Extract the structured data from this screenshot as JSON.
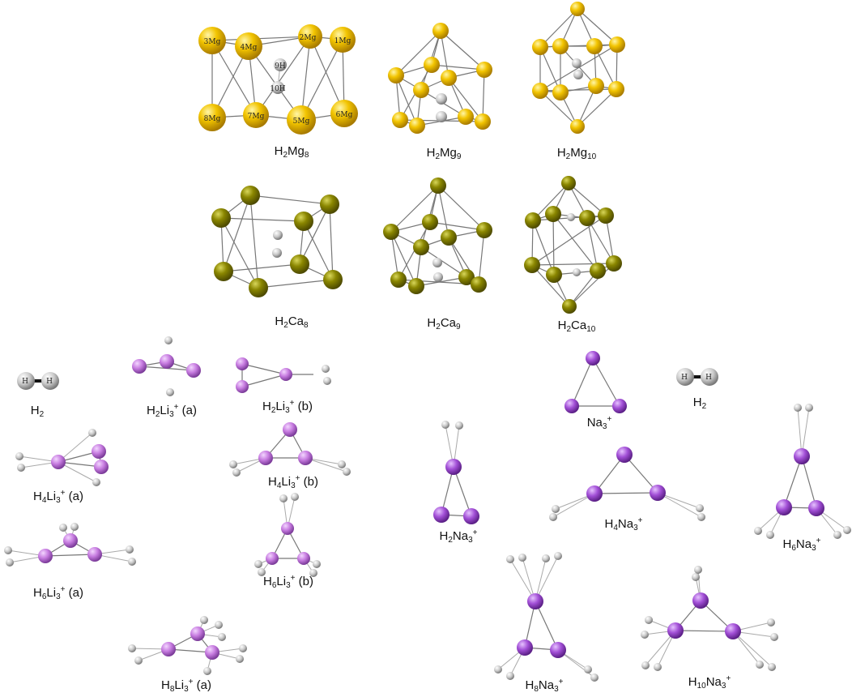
{
  "labels": {
    "h2mg8": {
      "base": "H",
      "s1": "2",
      "mid": "Mg",
      "s2": "8",
      "sup": "",
      "tail": ""
    },
    "h2mg9": {
      "base": "H",
      "s1": "2",
      "mid": "Mg",
      "s2": "9",
      "sup": "",
      "tail": ""
    },
    "h2mg10": {
      "base": "H",
      "s1": "2",
      "mid": "Mg",
      "s2": "10",
      "sup": "",
      "tail": ""
    },
    "h2ca8": {
      "base": "H",
      "s1": "2",
      "mid": "Ca",
      "s2": "8",
      "sup": "",
      "tail": ""
    },
    "h2ca9": {
      "base": "H",
      "s1": "2",
      "mid": "Ca",
      "s2": "9",
      "sup": "",
      "tail": ""
    },
    "h2ca10": {
      "base": "H",
      "s1": "2",
      "mid": "Ca",
      "s2": "10",
      "sup": "",
      "tail": ""
    },
    "h2_left": {
      "base": "H",
      "s1": "2",
      "mid": "",
      "s2": "",
      "sup": "",
      "tail": ""
    },
    "h2li3a": {
      "base": "H",
      "s1": "2",
      "mid": "Li",
      "s2": "3",
      "sup": "+",
      "tail": " (a)"
    },
    "h2li3b": {
      "base": "H",
      "s1": "2",
      "mid": "Li",
      "s2": "3",
      "sup": "+",
      "tail": " (b)"
    },
    "h4li3a": {
      "base": "H",
      "s1": "4",
      "mid": "Li",
      "s2": "3",
      "sup": "+",
      "tail": " (a)"
    },
    "h4li3b": {
      "base": "H",
      "s1": "4",
      "mid": "Li",
      "s2": "3",
      "sup": "+",
      "tail": " (b)"
    },
    "h6li3a": {
      "base": "H",
      "s1": "6",
      "mid": "Li",
      "s2": "3",
      "sup": "+",
      "tail": " (a)"
    },
    "h6li3b": {
      "base": "H",
      "s1": "6",
      "mid": "Li",
      "s2": "3",
      "sup": "+",
      "tail": " (b)"
    },
    "h8li3a": {
      "base": "H",
      "s1": "8",
      "mid": "Li",
      "s2": "3",
      "sup": "+",
      "tail": " (a)"
    },
    "na3": {
      "base": "Na",
      "s1": "3",
      "mid": "",
      "s2": "",
      "sup": "+",
      "tail": ""
    },
    "h2_right": {
      "base": "H",
      "s1": "2",
      "mid": "",
      "s2": "",
      "sup": "",
      "tail": ""
    },
    "h2na3": {
      "base": "H",
      "s1": "2",
      "mid": "Na",
      "s2": "3",
      "sup": "+",
      "tail": ""
    },
    "h4na3": {
      "base": "H",
      "s1": "4",
      "mid": "Na",
      "s2": "3",
      "sup": "+",
      "tail": ""
    },
    "h6na3": {
      "base": "H",
      "s1": "6",
      "mid": "Na",
      "s2": "3",
      "sup": "+",
      "tail": ""
    },
    "h8na3": {
      "base": "H",
      "s1": "8",
      "mid": "Na",
      "s2": "3",
      "sup": "+",
      "tail": ""
    },
    "h10na3": {
      "base": "H",
      "s1": "10",
      "mid": "Na",
      "s2": "3",
      "sup": "+",
      "tail": ""
    }
  },
  "atom_labels": {
    "mg8": [
      "3Mg",
      "4Mg",
      "2Mg",
      "1Mg",
      "9H",
      "10H",
      "8Mg",
      "7Mg",
      "5Mg",
      "6Mg"
    ],
    "h2": [
      "H",
      "H"
    ]
  },
  "colors": {
    "mg": "#e8b800",
    "ca": "#7d7a00",
    "h": "#c8c8c8",
    "li": "#c77ce0",
    "na": "#a24fd6",
    "bond": "#777777"
  }
}
